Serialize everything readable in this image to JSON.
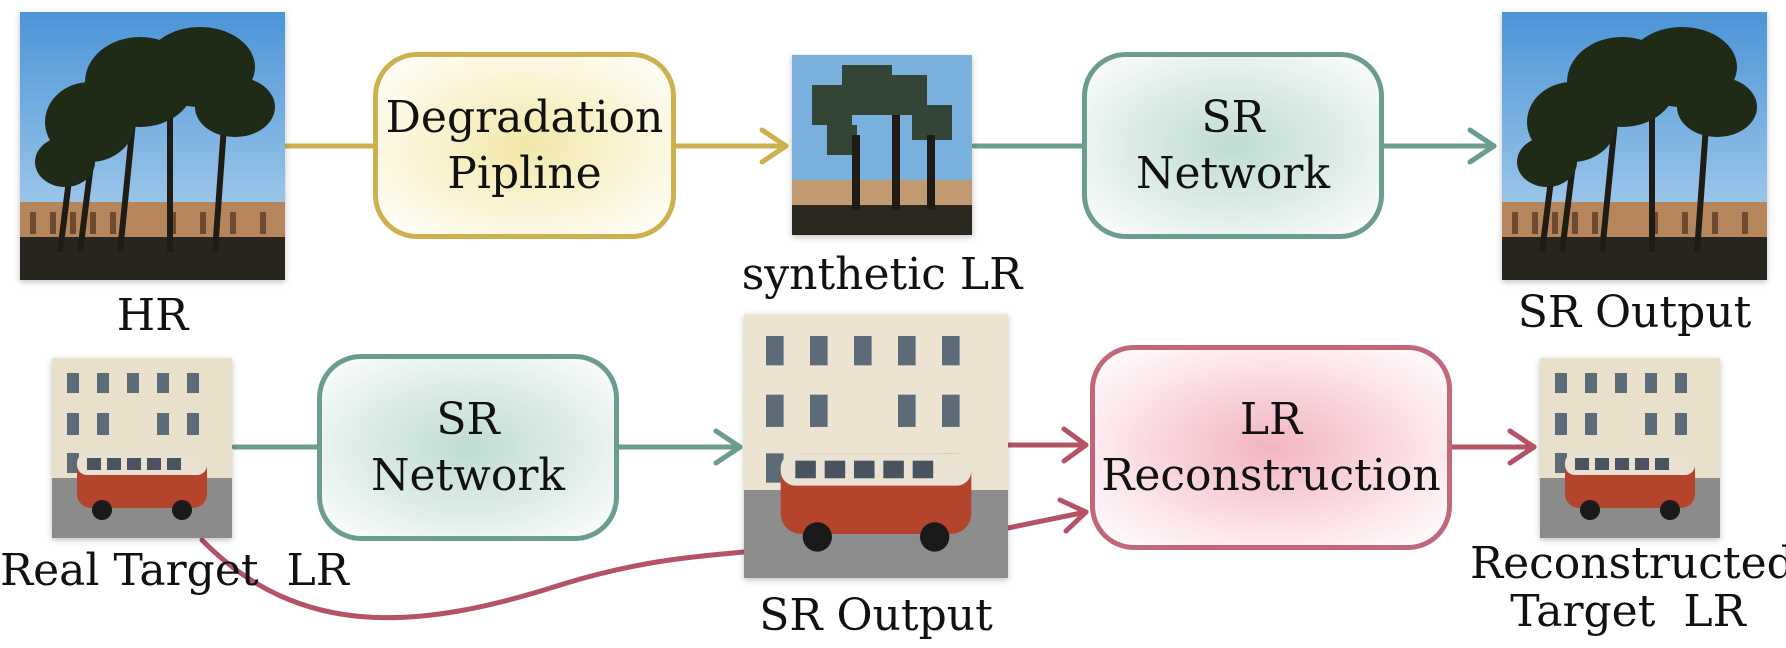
{
  "labels": {
    "hr": "HR",
    "synthetic_lr": "synthetic LR",
    "sr_output_top": "SR Output",
    "real_target_lr": "Real Target  LR",
    "sr_output_mid": "SR Output",
    "reconstructed_target_lr": "Reconstructed\nTarget  LR"
  },
  "nodes": {
    "degradation": "Degradation\nPipline",
    "sr_network_top": "SR\nNetwork",
    "sr_network_bottom": "SR\nNetwork",
    "lr_reconstruction": "LR\nReconstruction"
  },
  "colors": {
    "yellow_accent": "#cdb14f",
    "green_accent": "#6b9d8f",
    "red_accent": "#b35365"
  },
  "icons": {
    "hr_image": "tree-colosseum-photo",
    "synthetic_lr_image": "blurry-tree-photo",
    "sr_output_top_image": "tree-colosseum-photo",
    "real_target_image": "van-building-photo",
    "sr_output_mid_image": "van-building-photo",
    "reconstructed_image": "van-building-photo"
  }
}
